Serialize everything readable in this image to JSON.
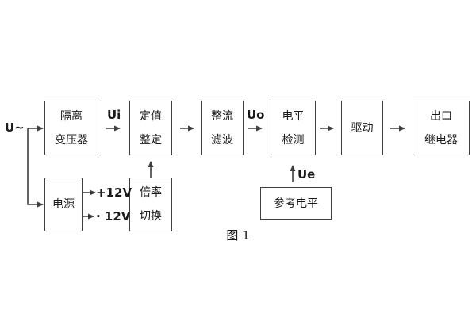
{
  "figure": {
    "caption": "图 1"
  },
  "blocks": {
    "isolation_transformer": {
      "lines": [
        "隔离",
        "变压器"
      ]
    },
    "setting_adjust": {
      "lines": [
        "定值",
        "整定"
      ]
    },
    "rectifier_filter": {
      "lines": [
        "整流",
        "滤波"
      ]
    },
    "level_detect": {
      "lines": [
        "电平",
        "检测"
      ]
    },
    "drive": {
      "lines": [
        "驱动"
      ]
    },
    "output_relay": {
      "lines": [
        "出口",
        "继电器"
      ]
    },
    "power_supply": {
      "lines": [
        "电源"
      ]
    },
    "ratio_switch": {
      "lines": [
        "倍率",
        "切换"
      ]
    },
    "reference_level": {
      "lines": [
        "参考电平"
      ]
    }
  },
  "signals": {
    "input": "U~",
    "ui": "Ui",
    "uo": "Uo",
    "ue": "Ue",
    "plus12v": "+12V",
    "minus12v": "· 12V"
  },
  "colors": {
    "line": "#3f3f3f",
    "text": "#1b1b1d",
    "background": "#ffffff"
  }
}
